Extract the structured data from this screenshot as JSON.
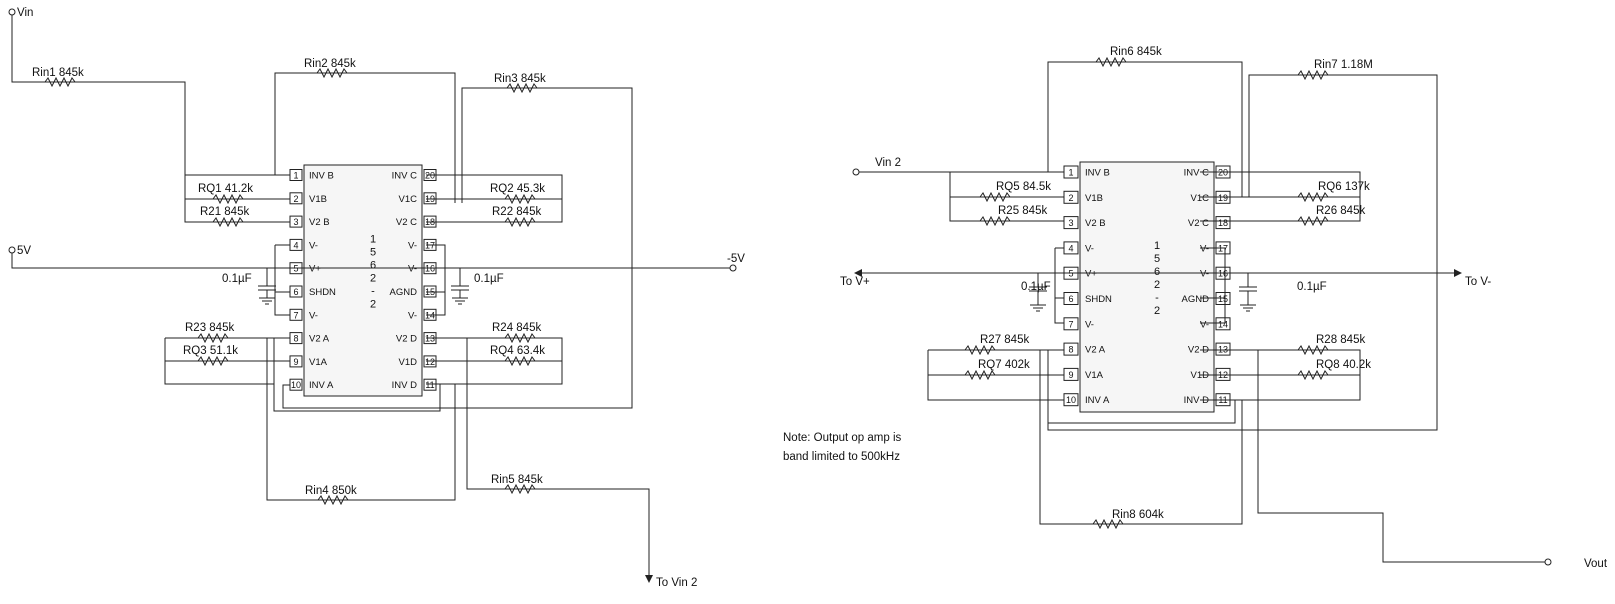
{
  "left": {
    "labels": {
      "vin": "Vin",
      "v5": "5V",
      "vneg5": "-5V",
      "tovin2": "To Vin 2",
      "rin1": "Rin1 845k",
      "rin2": "Rin2 845k",
      "rin3": "Rin3 845k",
      "rq1": "RQ1 41.2k",
      "r21": "R21 845k",
      "rq2": "RQ2 45.3k",
      "r22": "R22 845k",
      "r23": "R23 845k",
      "rq3": "RQ3 51.1k",
      "r24": "R24 845k",
      "rq4": "RQ4 63.4k",
      "rin4": "Rin4 850k",
      "rin5": "Rin5 845k",
      "cap1": "0.1µF",
      "cap2": "0.1µF"
    }
  },
  "right": {
    "labels": {
      "vin2": "Vin 2",
      "tovp": "To V+",
      "tovn": "To V-",
      "vout": "Vout",
      "rin6": "Rin6 845k",
      "rin7": "Rin7 1.18M",
      "rq5": "RQ5 84.5k",
      "r25": "R25 845k",
      "rq6": "RQ6 137k",
      "r26": "R26 845k",
      "r27": "R27 845k",
      "rq7": "RQ7 402k",
      "r28": "R28 845k",
      "rq8": "RQ8 40.2k",
      "rin8": "Rin8 604k",
      "cap1": "0.1µF",
      "cap2": "0.1µF"
    },
    "note_line1": "Note: Output op amp is",
    "note_line2": "band limited to 500kHz"
  },
  "chip": {
    "part_number": [
      "1",
      "5",
      "6",
      "2",
      "-",
      "2"
    ],
    "left_pins": [
      {
        "num": "1",
        "name": "INV B"
      },
      {
        "num": "2",
        "name": "V1B"
      },
      {
        "num": "3",
        "name": "V2 B"
      },
      {
        "num": "4",
        "name": "V-"
      },
      {
        "num": "5",
        "name": "V+"
      },
      {
        "num": "6",
        "name": "SHDN"
      },
      {
        "num": "7",
        "name": "V-"
      },
      {
        "num": "8",
        "name": "V2 A"
      },
      {
        "num": "9",
        "name": "V1A"
      },
      {
        "num": "10",
        "name": "INV A"
      }
    ],
    "right_pins": [
      {
        "num": "20",
        "name": "INV C"
      },
      {
        "num": "19",
        "name": "V1C"
      },
      {
        "num": "18",
        "name": "V2 C"
      },
      {
        "num": "17",
        "name": "V-"
      },
      {
        "num": "16",
        "name": "V-"
      },
      {
        "num": "15",
        "name": "AGND"
      },
      {
        "num": "14",
        "name": "V-"
      },
      {
        "num": "13",
        "name": "V2 D"
      },
      {
        "num": "12",
        "name": "V1D"
      },
      {
        "num": "11",
        "name": "INV D"
      }
    ]
  }
}
